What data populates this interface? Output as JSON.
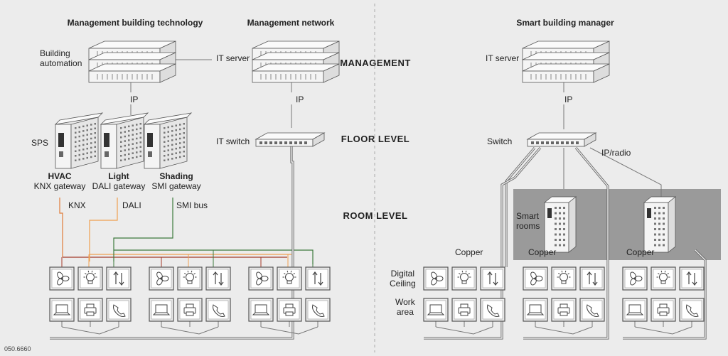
{
  "headings": {
    "mgmt_building_tech": "Management building technology",
    "mgmt_network": "Management network",
    "smart_building_manager": "Smart building manager"
  },
  "levels": {
    "management": "MANAGEMENT",
    "floor": "FLOOR LEVEL",
    "room": "ROOM LEVEL"
  },
  "left": {
    "building_automation": "Building\nautomation",
    "it_server": "IT server",
    "ip_top": "IP",
    "ip_net": "IP",
    "sps": "SPS",
    "it_switch": "IT switch",
    "gateways": [
      {
        "name": "HVAC",
        "sub": "KNX gateway"
      },
      {
        "name": "Light",
        "sub": "DALI gateway"
      },
      {
        "name": "Shading",
        "sub": "SMI gateway"
      }
    ],
    "buses": [
      "KNX",
      "DALI",
      "SMI bus"
    ]
  },
  "right": {
    "it_server": "IT server",
    "ip": "IP",
    "switch": "Switch",
    "ip_radio": "IP/radio",
    "smart_rooms": "Smart\nrooms",
    "copper_labels": [
      "Copper",
      "Copper",
      "Copper"
    ],
    "digital_ceiling": "Digital\nCeiling",
    "work_area": "Work\narea"
  },
  "figure_id": "050.6660",
  "colors": {
    "knx": "#e07b39",
    "dali": "#f0a050",
    "smi": "#3d7a3d",
    "darkred": "#a33a2a",
    "panel": "#9a9a9a"
  },
  "icons": {
    "top_row": [
      "fan-icon",
      "bulb-icon",
      "up-down-arrows-icon"
    ],
    "bottom_row": [
      "laptop-icon",
      "printer-icon",
      "phone-icon"
    ]
  }
}
